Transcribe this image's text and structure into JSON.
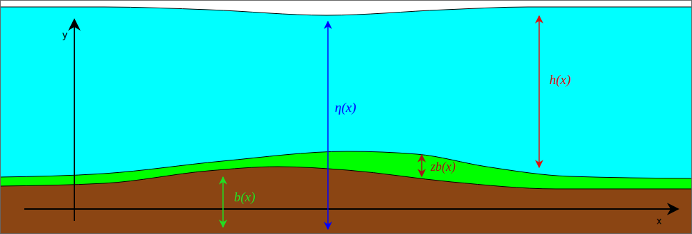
{
  "diagram": {
    "labels": [
      "y",
      "η(x)",
      "h(x)",
      "zb(x)",
      "b(x)",
      "x"
    ]
  }
}
